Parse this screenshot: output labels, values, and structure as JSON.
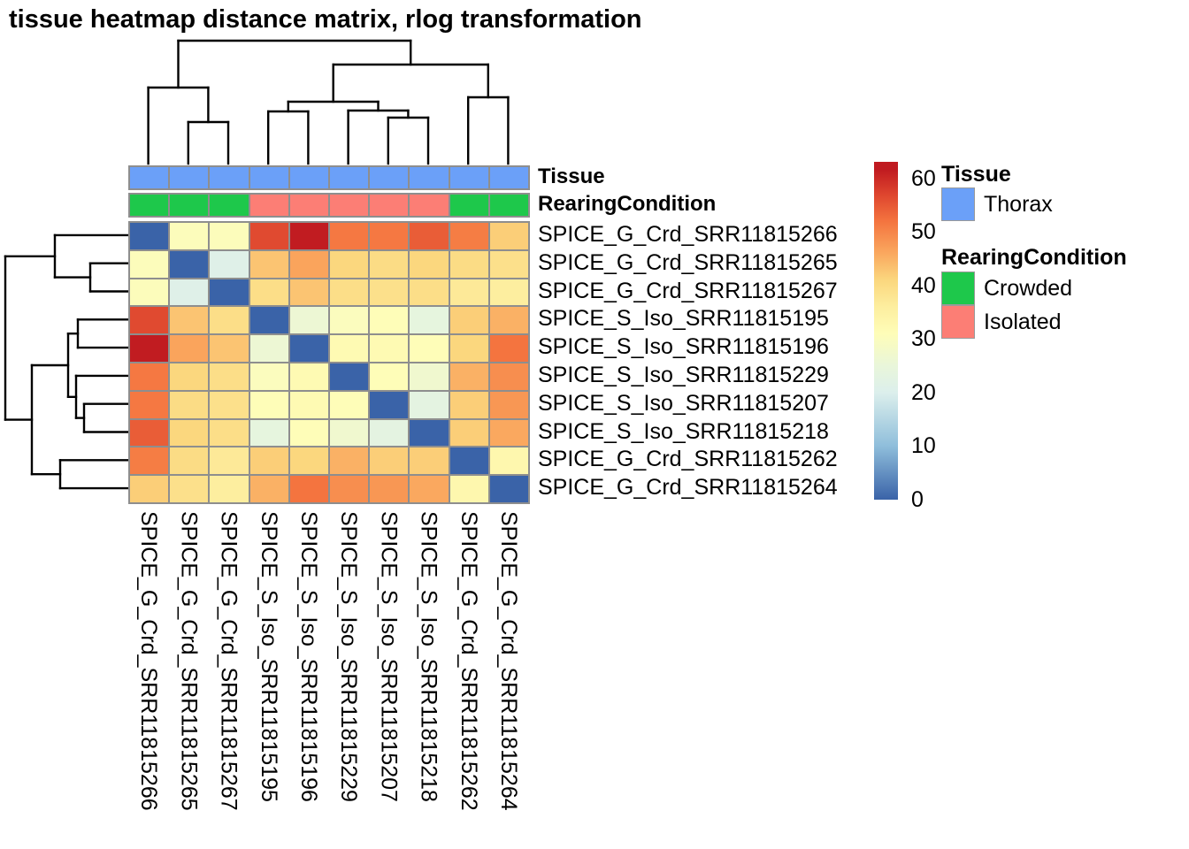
{
  "title": "tissue heatmap distance matrix, rlog transformation",
  "chart_data": {
    "type": "heatmap",
    "subtype": "sample-distance-matrix-with-dendrograms",
    "samples": [
      "SPICE_G_Crd_SRR11815266",
      "SPICE_G_Crd_SRR11815265",
      "SPICE_G_Crd_SRR11815267",
      "SPICE_S_Iso_SRR11815195",
      "SPICE_S_Iso_SRR11815196",
      "SPICE_S_Iso_SRR11815229",
      "SPICE_S_Iso_SRR11815207",
      "SPICE_S_Iso_SRR11815218",
      "SPICE_G_Crd_SRR11815262",
      "SPICE_G_Crd_SRR11815264"
    ],
    "matrix": [
      [
        0,
        30.5,
        30.5,
        56.5,
        61.5,
        51.5,
        51.5,
        54.5,
        51,
        42
      ],
      [
        30.5,
        0,
        21,
        43,
        46.5,
        41,
        40,
        41,
        40,
        39
      ],
      [
        30.5,
        21,
        0,
        39.5,
        43,
        39.5,
        39,
        39.5,
        37,
        36
      ],
      [
        56.5,
        43,
        39.5,
        0,
        26,
        30,
        31,
        24,
        42,
        45
      ],
      [
        61.5,
        46.5,
        43,
        26,
        0,
        32,
        32,
        31,
        41,
        52
      ],
      [
        51.5,
        41,
        39.5,
        30,
        32,
        0,
        31,
        27,
        45,
        49
      ],
      [
        51.5,
        40,
        39,
        31,
        32,
        31,
        0,
        23,
        42,
        48
      ],
      [
        54.5,
        41,
        39.5,
        24,
        31,
        27,
        23,
        0,
        42,
        46
      ],
      [
        51,
        40,
        37,
        42,
        41,
        45,
        42,
        42,
        0,
        33
      ],
      [
        42,
        39,
        36,
        45,
        52,
        49,
        48,
        46,
        33,
        0
      ]
    ],
    "colorscale": {
      "min": 0,
      "max": 61.7,
      "ticks": [
        0,
        10,
        20,
        30,
        40,
        50,
        60
      ],
      "stops": [
        [
          0,
          "#3A63A8"
        ],
        [
          10,
          "#8FBEDB"
        ],
        [
          20,
          "#DCEFEC"
        ],
        [
          25,
          "#E9F6DA"
        ],
        [
          31,
          "#FEFDB8"
        ],
        [
          36,
          "#FDEE9F"
        ],
        [
          41,
          "#FBD77E"
        ],
        [
          46,
          "#FAA85F"
        ],
        [
          52,
          "#F4743F"
        ],
        [
          57,
          "#DE452E"
        ],
        [
          61.7,
          "#C01A20"
        ]
      ]
    },
    "annotations": {
      "tissue": {
        "label": "Tissue",
        "values": [
          "Thorax",
          "Thorax",
          "Thorax",
          "Thorax",
          "Thorax",
          "Thorax",
          "Thorax",
          "Thorax",
          "Thorax",
          "Thorax"
        ],
        "colors": {
          "Thorax": "#6BA0F8"
        }
      },
      "rearing": {
        "label": "RearingCondition",
        "values": [
          "Crowded",
          "Crowded",
          "Crowded",
          "Isolated",
          "Isolated",
          "Isolated",
          "Isolated",
          "Isolated",
          "Crowded",
          "Crowded"
        ],
        "colors": {
          "Crowded": "#1EC84B",
          "Isolated": "#FC7E75"
        }
      }
    },
    "col_dendrogram_segments": [
      [
        67.8,
        141,
        67.8,
        94
      ],
      [
        113,
        141,
        113,
        94
      ],
      [
        67.8,
        94,
        113,
        94
      ],
      [
        22.6,
        141,
        22.6,
        55
      ],
      [
        90.4,
        94,
        90.4,
        55
      ],
      [
        22.6,
        55,
        90.4,
        55
      ],
      [
        158.2,
        141,
        158.2,
        82
      ],
      [
        203.4,
        141,
        203.4,
        82
      ],
      [
        158.2,
        82,
        203.4,
        82
      ],
      [
        293.8,
        141,
        293.8,
        89
      ],
      [
        339,
        141,
        339,
        89
      ],
      [
        293.8,
        89,
        339,
        89
      ],
      [
        248.6,
        141,
        248.6,
        81
      ],
      [
        316.4,
        89,
        316.4,
        81
      ],
      [
        248.6,
        81,
        316.4,
        81
      ],
      [
        180.8,
        82,
        180.8,
        71
      ],
      [
        282.5,
        81,
        282.5,
        71
      ],
      [
        180.8,
        71,
        282.5,
        71
      ],
      [
        384.2,
        141,
        384.2,
        66
      ],
      [
        429.4,
        141,
        429.4,
        66
      ],
      [
        384.2,
        66,
        429.4,
        66
      ],
      [
        231.7,
        71,
        231.7,
        29
      ],
      [
        406.8,
        66,
        406.8,
        29
      ],
      [
        231.7,
        29,
        406.8,
        29
      ],
      [
        56.5,
        55,
        56.5,
        2
      ],
      [
        319.2,
        29,
        319.2,
        2
      ],
      [
        56.5,
        2,
        319.2,
        2
      ]
    ],
    "row_dendrogram_segments": [
      [
        141,
        47.7,
        98,
        47.7
      ],
      [
        141,
        79.5,
        98,
        79.5
      ],
      [
        98,
        47.7,
        98,
        79.5
      ],
      [
        141,
        15.9,
        58,
        15.9
      ],
      [
        98,
        63.6,
        58,
        63.6
      ],
      [
        58,
        15.9,
        58,
        63.6
      ],
      [
        141,
        111.3,
        84,
        111.3
      ],
      [
        141,
        143.1,
        84,
        143.1
      ],
      [
        84,
        111.3,
        84,
        143.1
      ],
      [
        141,
        206.7,
        91,
        206.7
      ],
      [
        141,
        238.5,
        91,
        238.5
      ],
      [
        91,
        206.7,
        91,
        238.5
      ],
      [
        141,
        174.9,
        82,
        174.9
      ],
      [
        91,
        222.6,
        82,
        222.6
      ],
      [
        82,
        174.9,
        82,
        222.6
      ],
      [
        84,
        127.2,
        73,
        127.2
      ],
      [
        82,
        198.8,
        73,
        198.8
      ],
      [
        73,
        127.2,
        73,
        198.8
      ],
      [
        141,
        270.3,
        64,
        270.3
      ],
      [
        141,
        302.1,
        64,
        302.1
      ],
      [
        64,
        270.3,
        64,
        302.1
      ],
      [
        73,
        163,
        32,
        163
      ],
      [
        64,
        286.2,
        32,
        286.2
      ],
      [
        32,
        163,
        32,
        286.2
      ],
      [
        58,
        39.8,
        2,
        39.8
      ],
      [
        32,
        224.6,
        2,
        224.6
      ],
      [
        2,
        39.8,
        2,
        224.6
      ]
    ]
  },
  "legend": {
    "tissue_header": "Tissue",
    "tissue_items": [
      {
        "label": "Thorax",
        "color": "#6BA0F8"
      }
    ],
    "rearing_header": "RearingCondition",
    "rearing_items": [
      {
        "label": "Crowded",
        "color": "#1EC84B"
      },
      {
        "label": "Isolated",
        "color": "#FC7E75"
      }
    ]
  }
}
